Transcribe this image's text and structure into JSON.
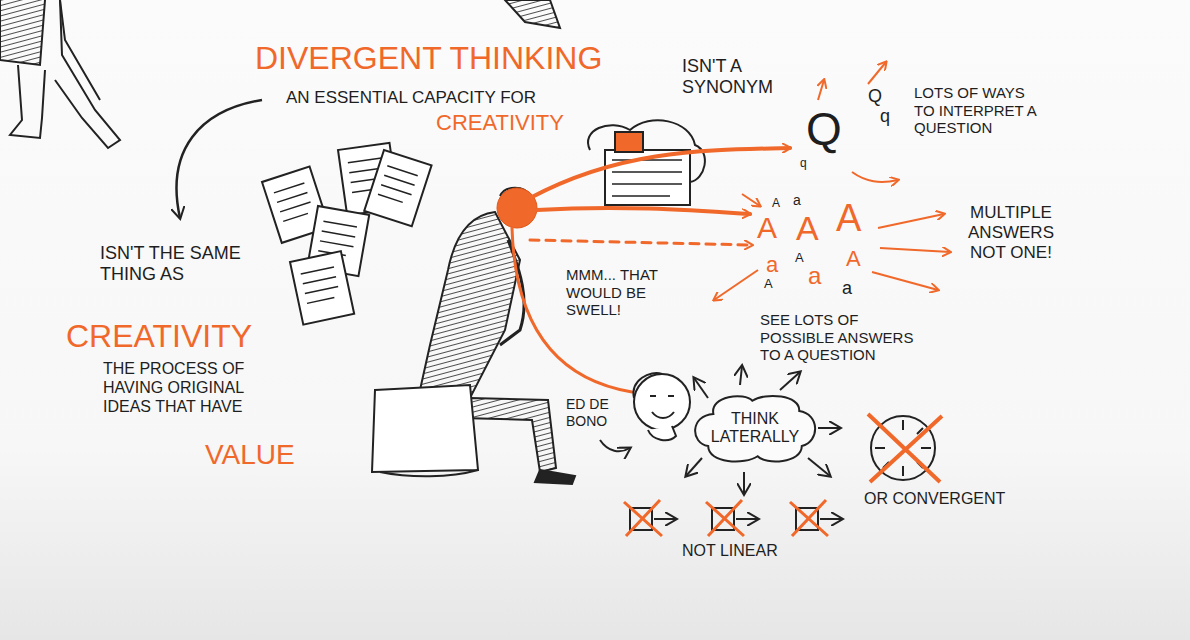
{
  "diagram": {
    "title": "DIVERGENT THINKING",
    "nodes": [
      {
        "text": [
          "THINK LATERALLY"
        ]
      }
    ],
    "labels": [
      "AN ESSENTIAL CAPACITY FOR",
      "CREATIVITY",
      "ISN'T A SYNONYM",
      "Q",
      "Q",
      "q",
      "q",
      "LOTS OF WAYS TO INTERPRET A QUESTION",
      "A",
      "a",
      "A",
      "A",
      "A",
      "a",
      "A",
      "a",
      "A",
      "A",
      "a",
      "MULTIPLE ANSWERS NOT ONE!",
      "MMM... THAT WOULD BE SWELL!",
      "SEE LOTS OF POSSIBLE ANSWERS TO A QUESTION",
      "ISN'T THE SAME THING AS",
      "CREATIVITY",
      "THE PROCESS OF HAVING ORIGINAL IDEAS THAT HAVE",
      "VALUE",
      "ED DE BONO",
      "NOT LINEAR",
      "OR CONVERGENT"
    ]
  }
}
